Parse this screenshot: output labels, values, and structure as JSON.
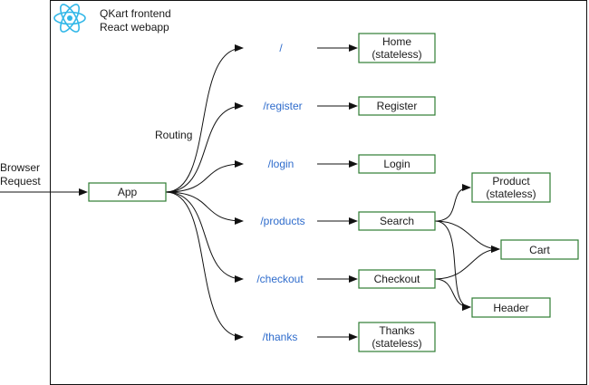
{
  "header": {
    "title_line1": "QKart frontend",
    "title_line2": "React webapp",
    "logo_icon": "react-logo-icon"
  },
  "input_label": {
    "line1": "Browser",
    "line2": "Request"
  },
  "routing_label": "Routing",
  "colors": {
    "route": "#2f6ccc",
    "node_border": "#2e7d32",
    "react": "#31b7e8"
  },
  "nodes": {
    "app": "App",
    "home": {
      "line1": "Home",
      "line2": "(stateless)"
    },
    "register": "Register",
    "login": "Login",
    "search": "Search",
    "checkout": "Checkout",
    "thanks": {
      "line1": "Thanks",
      "line2": "(stateless)"
    },
    "product": {
      "line1": "Product",
      "line2": "(stateless)"
    },
    "cart": "Cart",
    "header": "Header"
  },
  "routes": {
    "root": "/",
    "register": "/register",
    "login": "/login",
    "products": "/products",
    "checkout": "/checkout",
    "thanks": "/thanks"
  }
}
